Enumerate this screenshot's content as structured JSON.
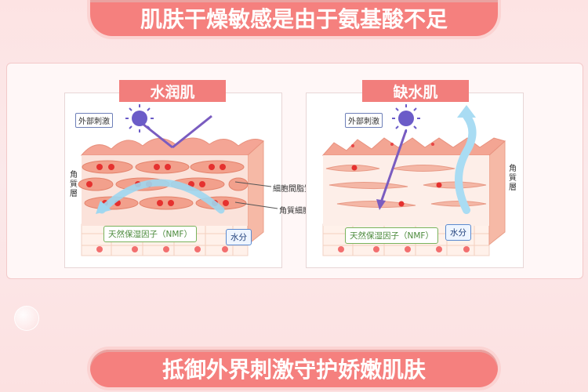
{
  "title_top": "肌肤干燥敏感是由于氨基酸不足",
  "title_bottom": "抵御外界刺激守护娇嫩肌肤",
  "left": {
    "header": "水润肌",
    "stimulus_label": "外部刺激",
    "nmf_label": "天然保湿因子（NMF）",
    "water_label": "水分",
    "layer_label": [
      "角",
      "質",
      "層"
    ]
  },
  "right": {
    "header": "缺水肌",
    "stimulus_label": "外部刺激",
    "nmf_label": "天然保湿因子（NMF）",
    "water_label": "水分",
    "layer_label": [
      "角",
      "質",
      "層"
    ]
  },
  "annotations": {
    "intercellular_lipid": "細胞間脂質",
    "corneocyte": "角質細胞"
  },
  "colors": {
    "accent": "#f27e7c",
    "skin": "#f3a08f",
    "water_arrow": "#8fd0ef",
    "stimulus_arrow": "#7a5cc0"
  }
}
